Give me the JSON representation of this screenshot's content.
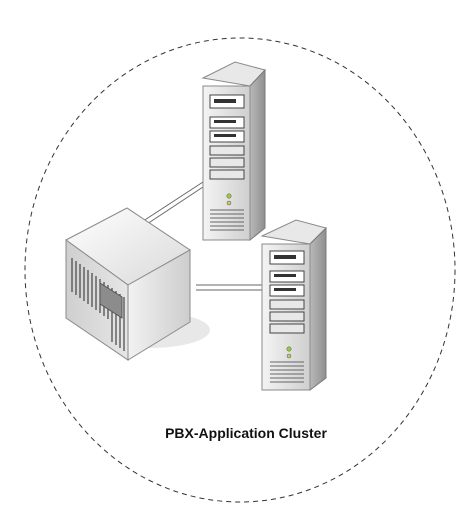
{
  "diagram": {
    "caption": "PBX-Application Cluster",
    "nodes": [
      {
        "id": "pbx-appliance",
        "icon": "pbx-appliance-icon"
      },
      {
        "id": "server-top",
        "icon": "tower-server-icon"
      },
      {
        "id": "server-bottom",
        "icon": "tower-server-icon"
      }
    ],
    "links": [
      {
        "from": "pbx-appliance",
        "to": "server-top"
      },
      {
        "from": "pbx-appliance",
        "to": "server-bottom"
      }
    ],
    "colors": {
      "boundary": "#333333",
      "server_body": "#dcdcdc",
      "server_shadow": "#9e9e9e",
      "appliance_body": "#e6e6e6",
      "link": "#666666"
    }
  }
}
